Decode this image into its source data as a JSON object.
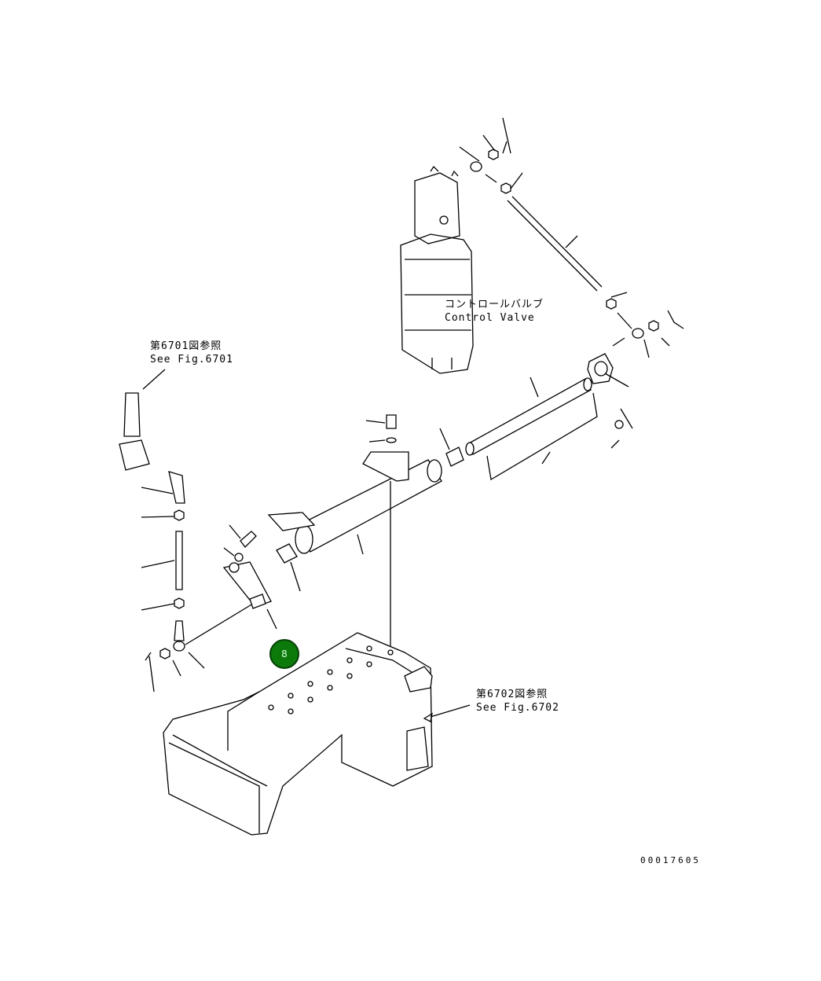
{
  "labels": {
    "control_valve_jp": "コントロールバルブ",
    "control_valve_en": "Control Valve",
    "ref_6701_jp": "第6701図参照",
    "ref_6701_en": "See Fig.6701",
    "ref_6702_jp": "第6702図参照",
    "ref_6702_en": "See Fig.6702",
    "drawing_number": "00017605"
  },
  "hotspot": {
    "label": "8",
    "color": "#0b7a0b"
  }
}
